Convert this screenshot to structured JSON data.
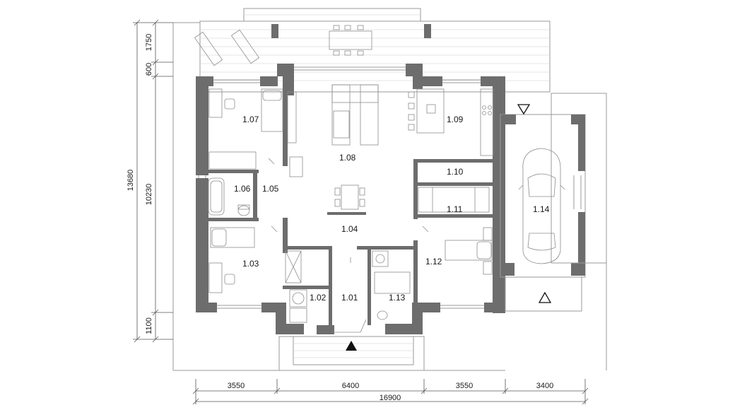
{
  "rooms": [
    {
      "id": "1.07",
      "label": "1.07"
    },
    {
      "id": "1.08",
      "label": "1.08"
    },
    {
      "id": "1.09",
      "label": "1.09"
    },
    {
      "id": "1.10",
      "label": "1.10"
    },
    {
      "id": "1.06",
      "label": "1.06"
    },
    {
      "id": "1.05",
      "label": "1.05"
    },
    {
      "id": "1.11",
      "label": "1.11"
    },
    {
      "id": "1.14",
      "label": "1.14"
    },
    {
      "id": "1.04",
      "label": "1.04"
    },
    {
      "id": "1.03",
      "label": "1.03"
    },
    {
      "id": "1.12",
      "label": "1.12"
    },
    {
      "id": "1.02",
      "label": "1.02"
    },
    {
      "id": "1.01",
      "label": "1.01"
    },
    {
      "id": "1.13",
      "label": "1.13"
    }
  ],
  "dimensions": {
    "vertical": {
      "total": "13680",
      "inner": "10230",
      "terrace": "1750",
      "gap": "600",
      "entry": "1100"
    },
    "horizontal": {
      "seg1": "3550",
      "seg2": "6400",
      "seg3": "3550",
      "seg4": "3400",
      "total": "16900"
    }
  },
  "symbols": {
    "main_entrance": "triangle-filled-up",
    "garage_entrance_top": "triangle-outline-down",
    "garage_entrance_bottom": "triangle-outline-up"
  }
}
